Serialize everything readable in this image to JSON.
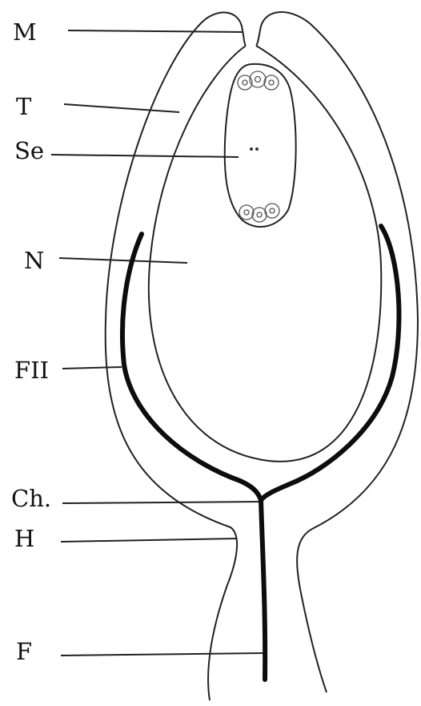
{
  "figure": {
    "labels": [
      {
        "id": "M",
        "text": "M"
      },
      {
        "id": "T",
        "text": "T"
      },
      {
        "id": "Se",
        "text": "Se"
      },
      {
        "id": "N",
        "text": "N"
      },
      {
        "id": "FII",
        "text": "FII"
      },
      {
        "id": "Ch",
        "text": "Ch."
      },
      {
        "id": "H",
        "text": "H"
      },
      {
        "id": "F",
        "text": "F"
      }
    ]
  }
}
